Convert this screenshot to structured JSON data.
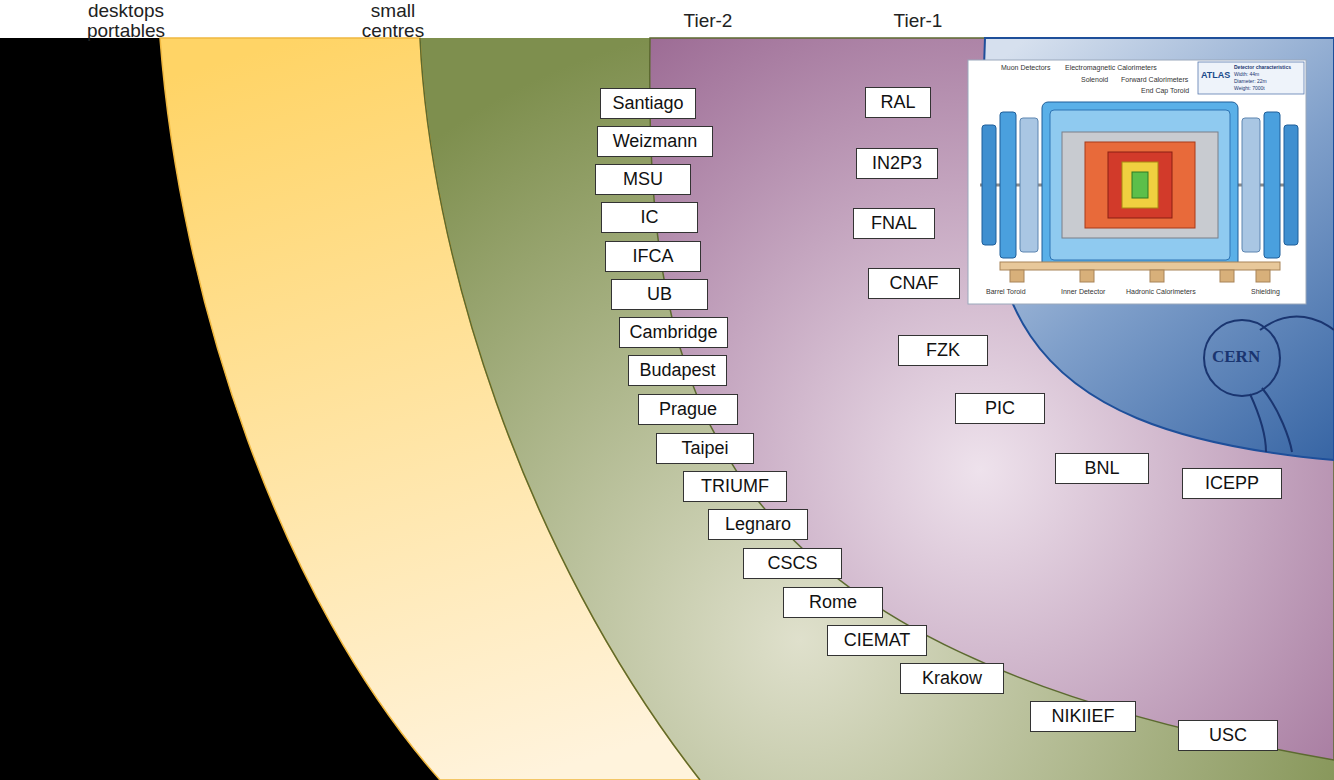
{
  "diagram": {
    "nodes": [
      {
        "text": [
          "Santiago"
        ]
      },
      {
        "text": [
          "Weizmann"
        ]
      },
      {
        "text": [
          "MSU"
        ]
      },
      {
        "text": [
          "IC"
        ]
      },
      {
        "text": [
          "IFCA"
        ]
      },
      {
        "text": [
          "UB"
        ]
      },
      {
        "text": [
          "Cambridge"
        ]
      },
      {
        "text": [
          "Budapest"
        ]
      },
      {
        "text": [
          "Prague"
        ]
      },
      {
        "text": [
          "Taipei"
        ]
      },
      {
        "text": [
          "TRIUMF"
        ]
      },
      {
        "text": [
          "Legnaro"
        ]
      },
      {
        "text": [
          "CSCS"
        ]
      },
      {
        "text": [
          "Rome"
        ]
      },
      {
        "text": [
          "CIEMAT"
        ]
      },
      {
        "text": [
          "Krakow"
        ]
      },
      {
        "text": [
          "NIKIIEF"
        ]
      },
      {
        "text": [
          "USC"
        ]
      },
      {
        "text": [
          "RAL"
        ]
      },
      {
        "text": [
          "IN2P3"
        ]
      },
      {
        "text": [
          "FNAL"
        ]
      },
      {
        "text": [
          "CNAF"
        ]
      },
      {
        "text": [
          "FZK"
        ]
      },
      {
        "text": [
          "PIC"
        ]
      },
      {
        "text": [
          "BNL"
        ]
      },
      {
        "text": [
          "ICEPP"
        ]
      }
    ],
    "labels": [
      "desktops portables",
      "small centres",
      "Tier-2",
      "Tier-1",
      "CERN",
      "ATLAS",
      "Detector characteristics",
      "Width: 44m",
      "Diameter: 22m",
      "Weight: 7000t",
      "Muon Detectors",
      "Electromagnetic Calorimeters",
      "Solenoid",
      "Forward Calorimeters",
      "End Cap Toroid",
      "Barrel Toroid",
      "Inner Detector",
      "Hadronic Calorimeters",
      "Shielding"
    ]
  }
}
